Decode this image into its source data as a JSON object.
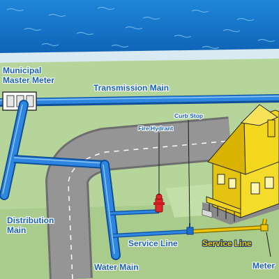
{
  "labels": {
    "municipal_master_meter_line1": "Municipal",
    "municipal_master_meter_line2": "Master Meter",
    "transmission_main": "Transmission Main",
    "curb_stop": "Curb Stop",
    "fire_hydrant": "Fire Hydrant",
    "distribution_main_line1": "Distribution",
    "distribution_main_line2": "Main",
    "service_line_public": "Service Line",
    "service_line_private": "Service Line",
    "water_main": "Water Main",
    "meter": "Meter"
  },
  "colors": {
    "water": "#1a73c9",
    "grass": "#b5d59a",
    "road": "#8f8f8f",
    "pipe": "#1c6fce",
    "house": "#f4d81d",
    "hydrant": "#e0262b",
    "label": "#1560b8",
    "private_service": "#f2c500"
  }
}
